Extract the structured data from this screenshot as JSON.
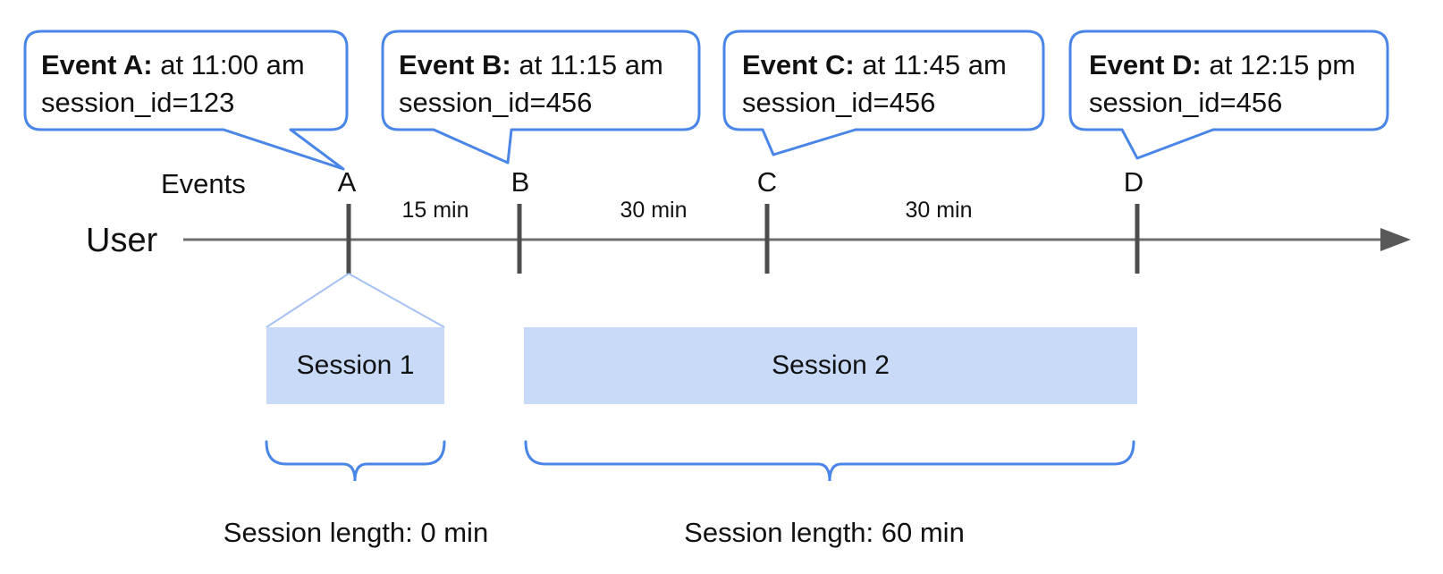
{
  "colors": {
    "accent_blue": "#4a86e8",
    "funnel_blue": "#a4c2f4",
    "session_fill": "#c9daf8",
    "axis_gray": "#6e6e6e",
    "tick_gray": "#4d4d4d",
    "arrow_gray": "#595959",
    "text_black": "#111111"
  },
  "axis": {
    "events_label": "Events",
    "user_label": "User"
  },
  "bubbles": [
    {
      "letter": "A",
      "title": "Event A:",
      "time": "at 11:00 am",
      "session_line": "session_id=123"
    },
    {
      "letter": "B",
      "title": "Event B:",
      "time": "at 11:15 am",
      "session_line": "session_id=456"
    },
    {
      "letter": "C",
      "title": "Event C:",
      "time": "at 11:45 am",
      "session_line": "session_id=456"
    },
    {
      "letter": "D",
      "title": "Event D:",
      "time": "at 12:15 pm",
      "session_line": "session_id=456"
    }
  ],
  "intervals": [
    {
      "label": "15 min"
    },
    {
      "label": "30 min"
    },
    {
      "label": "30 min"
    }
  ],
  "sessions": [
    {
      "label": "Session 1",
      "length_label": "Session length: 0 min"
    },
    {
      "label": "Session 2",
      "length_label": "Session length: 60 min"
    }
  ]
}
